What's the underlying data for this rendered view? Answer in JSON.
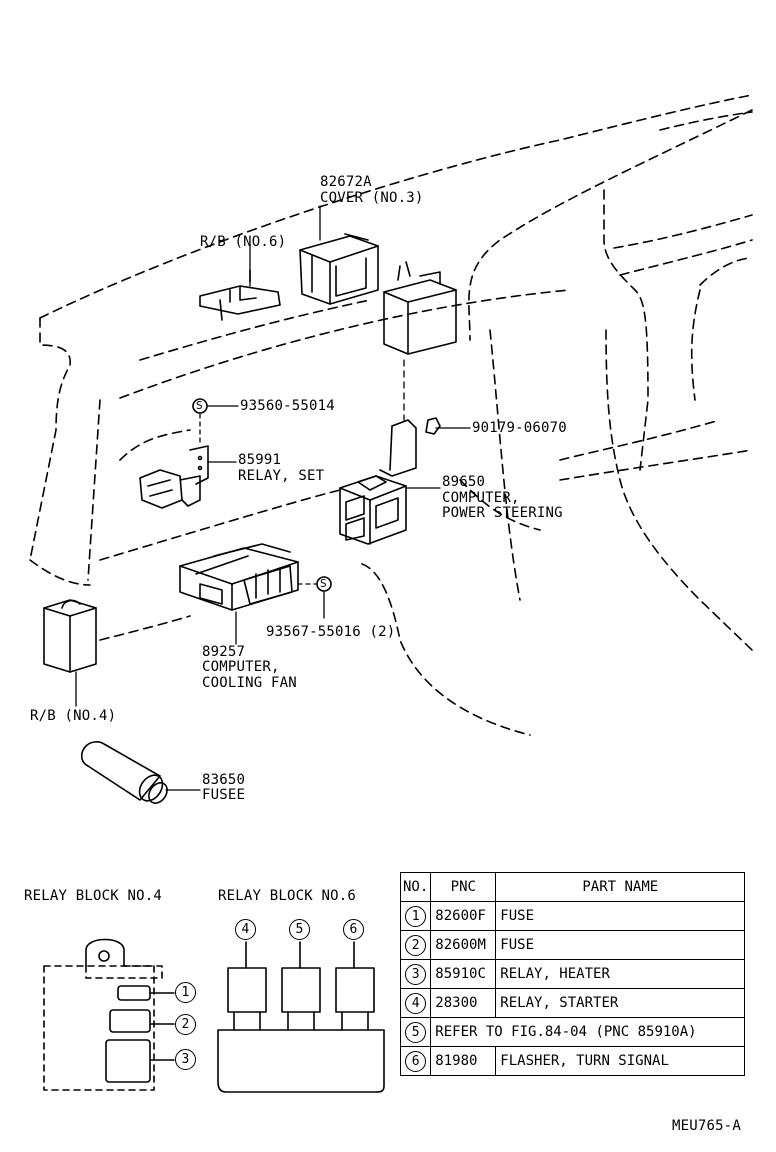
{
  "callouts": {
    "cover": {
      "pnc": "82672A",
      "name": "COVER (NO.3)"
    },
    "rb6": {
      "name": "R/B (NO.6)"
    },
    "screw1": {
      "pnc": "93560-55014"
    },
    "nut": {
      "pnc": "90179-06070"
    },
    "relay_set": {
      "pnc": "85991",
      "name": "RELAY, SET"
    },
    "ps_computer": {
      "pnc": "89650",
      "name1": "COMPUTER,",
      "name2": "POWER STEERING"
    },
    "screw2": {
      "pnc": "93567-55016 (2)"
    },
    "cf_computer": {
      "pnc": "89257",
      "name1": "COMPUTER,",
      "name2": "COOLING FAN"
    },
    "rb4": {
      "name": "R/B (NO.4)"
    },
    "fusee": {
      "pnc": "83650",
      "name": "FUSEE"
    },
    "screw_symbol": "S"
  },
  "relay_block_4": {
    "title": "RELAY BLOCK NO.4",
    "markers": [
      "1",
      "2",
      "3"
    ]
  },
  "relay_block_6": {
    "title": "RELAY BLOCK NO.6",
    "markers": [
      "4",
      "5",
      "6"
    ]
  },
  "table": {
    "headers": [
      "NO.",
      "PNC",
      "PART NAME"
    ],
    "rows": [
      {
        "no": "1",
        "pnc": "82600F",
        "name": "FUSE"
      },
      {
        "no": "2",
        "pnc": "82600M",
        "name": "FUSE"
      },
      {
        "no": "3",
        "pnc": "85910C",
        "name": "RELAY, HEATER"
      },
      {
        "no": "4",
        "pnc": "28300",
        "name": "RELAY, STARTER"
      },
      {
        "no": "5",
        "span": "REFER TO FIG.84-04 (PNC 85910A)"
      },
      {
        "no": "6",
        "pnc": "81980",
        "name": "FLASHER, TURN SIGNAL"
      }
    ]
  },
  "figure_code": "MEU765-A"
}
